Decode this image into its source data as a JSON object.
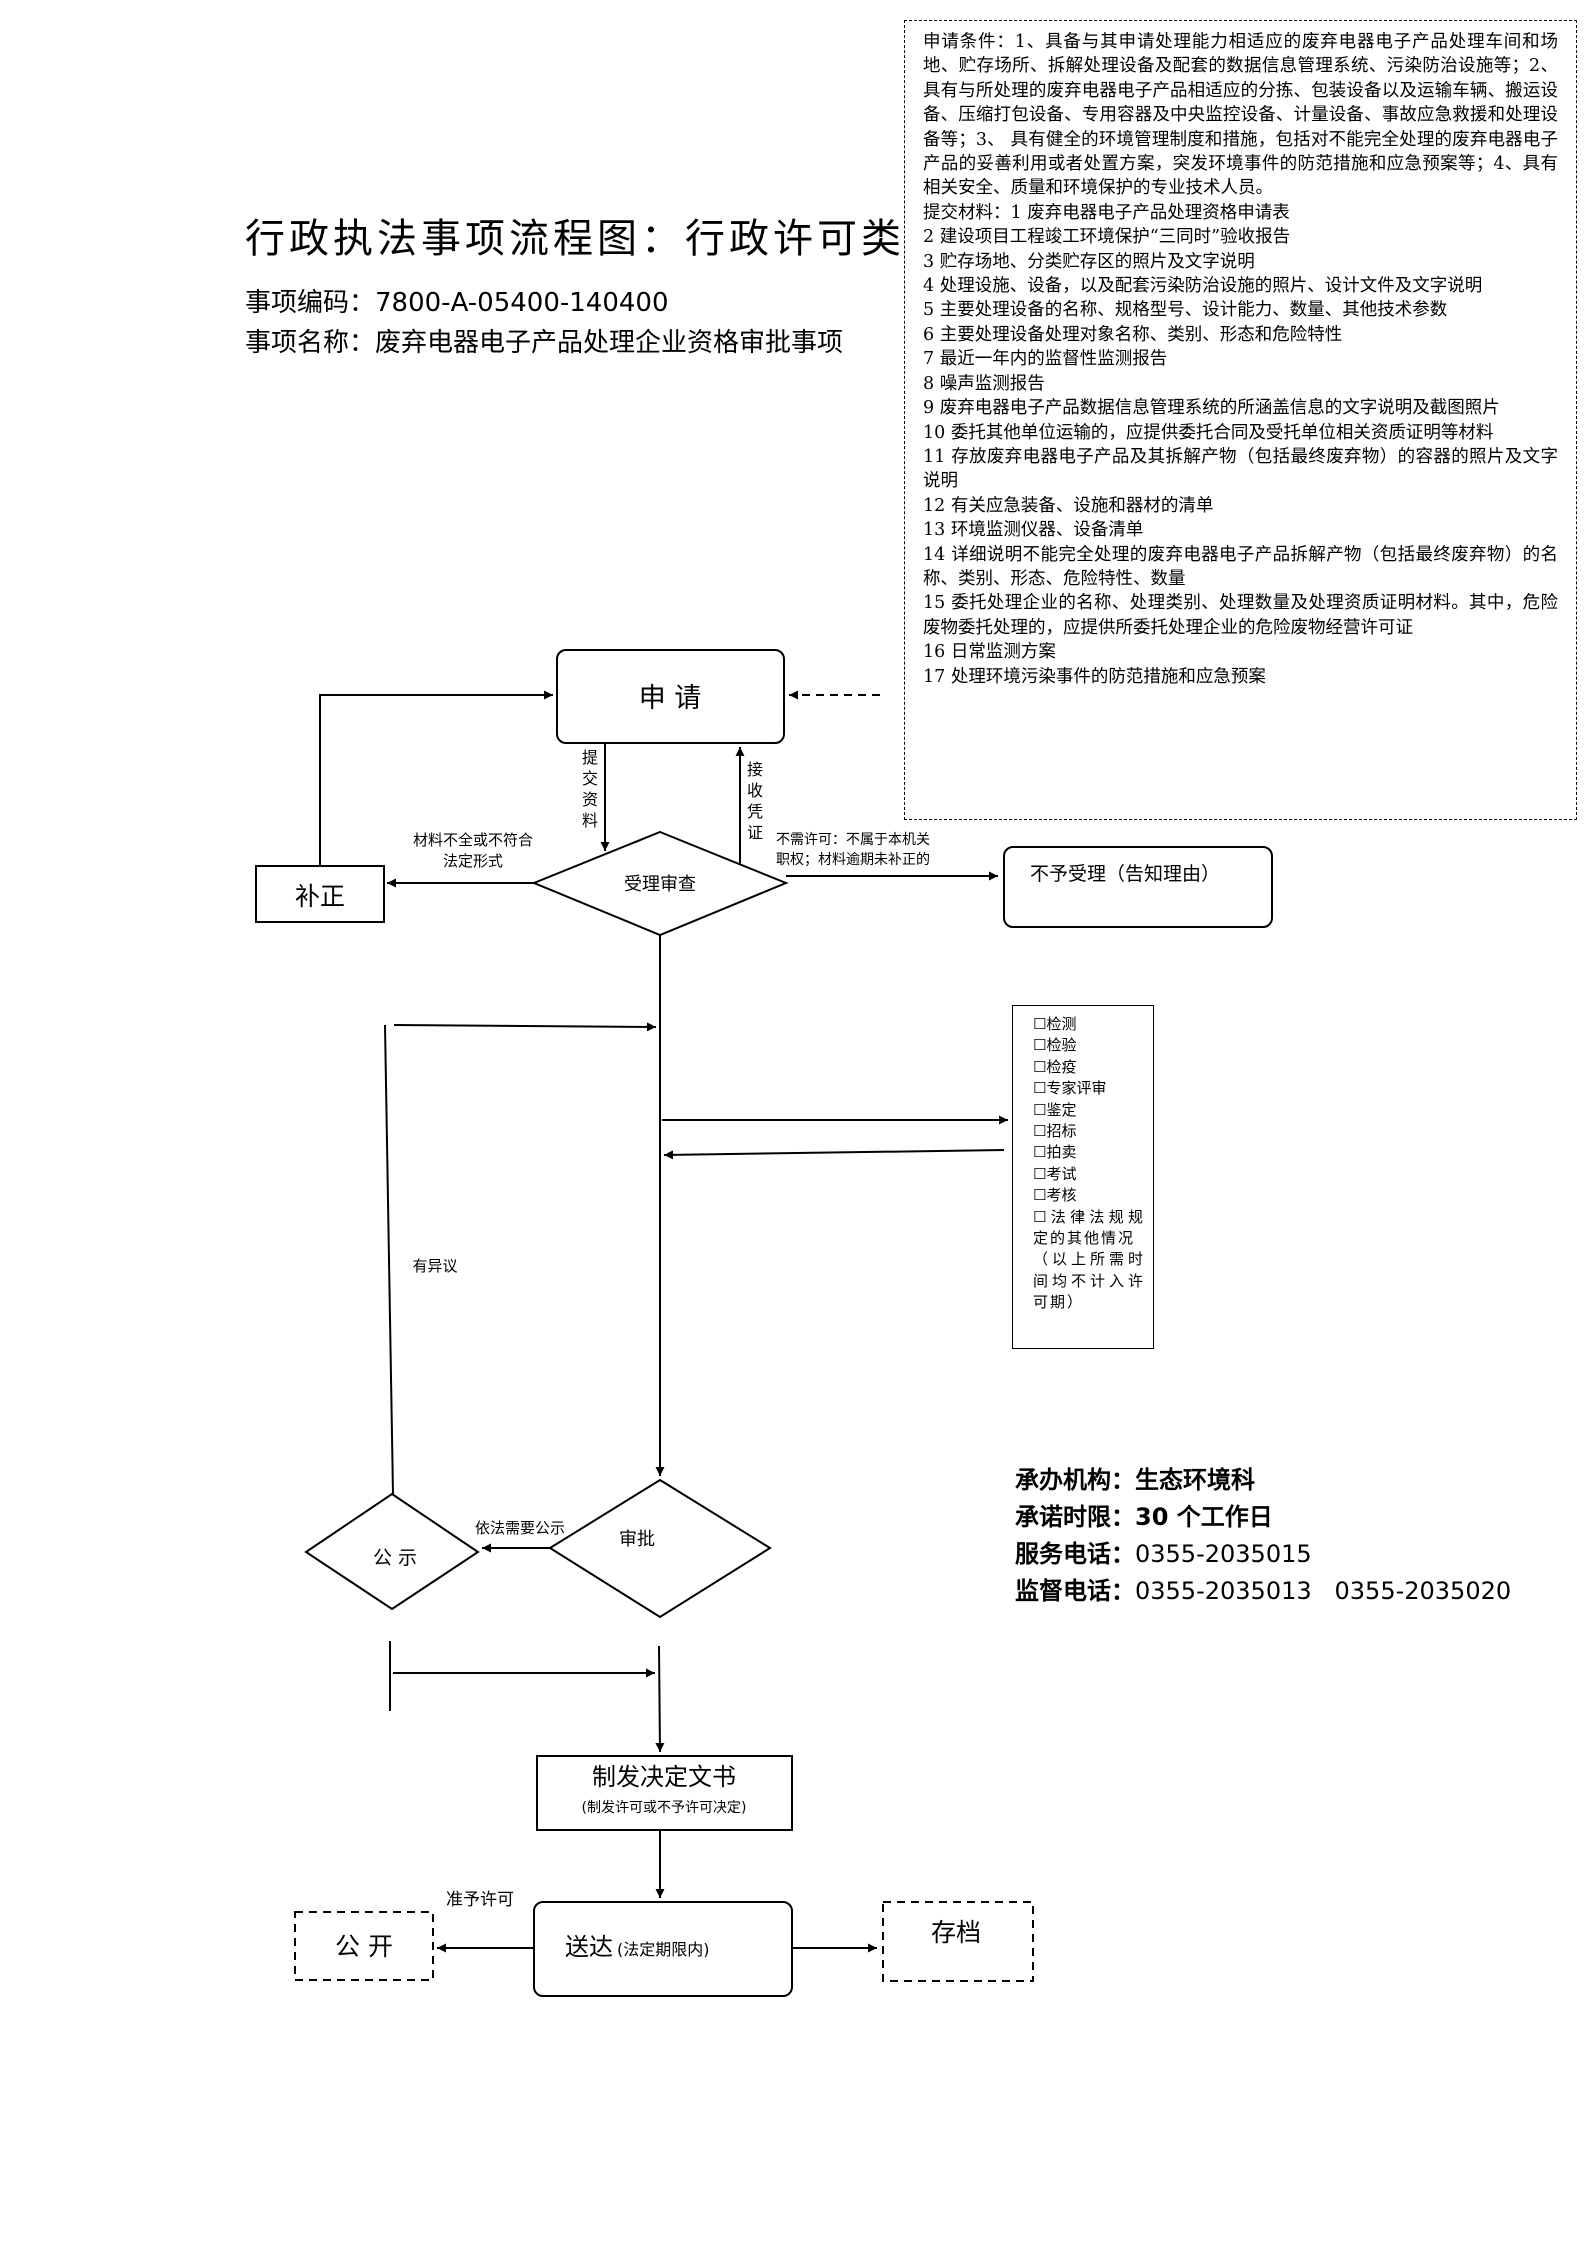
{
  "header": {
    "title": "行政执法事项流程图：行政许可类",
    "code_label": "事项编码：",
    "code_value": "7800-A-05400-140400",
    "name_label": "事项名称：",
    "name_value": "废弃电器电子产品处理企业资格审批事项"
  },
  "conditions": {
    "paragraphs": [
      "申请条件：1、具备与其申请处理能力相适应的废弃电器电子产品处理车间和场地、贮存场所、拆解处理设备及配套的数据信息管理系统、污染防治设施等；2、具有与所处理的废弃电器电子产品相适应的分拣、包装设备以及运输车辆、搬运设备、压缩打包设备、专用容器及中央监控设备、计量设备、事故应急救援和处理设备等；3、 具有健全的环境管理制度和措施，包括对不能完全处理的废弃电器电子产品的妥善利用或者处置方案，突发环境事件的防范措施和应急预案等；4、具有相关安全、质量和环境保护的专业技术人员。",
      "提交材料：1 废弃电器电子产品处理资格申请表",
      "2 建设项目工程竣工环境保护“三同时”验收报告",
      "3 贮存场地、分类贮存区的照片及文字说明",
      "4 处理设施、设备，以及配套污染防治设施的照片、设计文件及文字说明",
      "5 主要处理设备的名称、规格型号、设计能力、数量、其他技术参数",
      "6 主要处理设备处理对象名称、类别、形态和危险特性",
      "7 最近一年内的监督性监测报告",
      "8 噪声监测报告",
      "9 废弃电器电子产品数据信息管理系统的所涵盖信息的文字说明及截图照片",
      "10 委托其他单位运输的，应提供委托合同及受托单位相关资质证明等材料",
      "11 存放废弃电器电子产品及其拆解产物（包括最终废弃物）的容器的照片及文字说明",
      "12 有关应急装备、设施和器材的清单",
      "13 环境监测仪器、设备清单",
      "14 详细说明不能完全处理的废弃电器电子产品拆解产物（包括最终废弃物）的名称、类别、形态、危险特性、数量",
      "15 委托处理企业的名称、处理类别、处理数量及处理资质证明材料。其中，危险废物委托处理的，应提供所委托处理企业的危险废物经营许可证",
      "16 日常监测方案",
      "17 处理环境污染事件的防范措施和应急预案"
    ]
  },
  "flow": {
    "apply": "申 请",
    "submit_label": [
      "提",
      "交",
      "资",
      "料"
    ],
    "receive_label": [
      "接",
      "收",
      "凭",
      "证"
    ],
    "review": "受理审查",
    "correct": "补正",
    "incomplete_label": [
      "材料不全或不符合",
      "法定形式"
    ],
    "reject_label": [
      "不需许可：不属于本机关",
      "职权；材料逾期未补正的"
    ],
    "reject": "不予受理（告知理由）",
    "objection": "有异议",
    "approve": "审批",
    "publicity_label": "依法需要公示",
    "publicity": "公 示",
    "decision_title": "制发决定文书",
    "decision_sub": "(制发许可或不予许可决定)",
    "deliver_main": "送达",
    "deliver_sub": "(法定期限内)",
    "grant_label": "准予许可",
    "public": "公 开",
    "archive": "存档"
  },
  "checklist": {
    "items": [
      "检测",
      "检验",
      "检疫",
      "专家评审",
      "鉴定",
      "招标",
      "拍卖",
      "考试",
      "考核",
      "法律法规规定的其他情况"
    ],
    "note": "（以上所需时间均不计入许可期）"
  },
  "info": {
    "org_label": "承办机构：",
    "org_value": "生态环境科",
    "time_label": "承诺时限：",
    "time_value": "30 个工作日",
    "service_label": "服务电话：",
    "service_value": "0355-2035015",
    "supervise_label": "监督电话：",
    "supervise_value": "0355-2035013   0355-2035020"
  }
}
